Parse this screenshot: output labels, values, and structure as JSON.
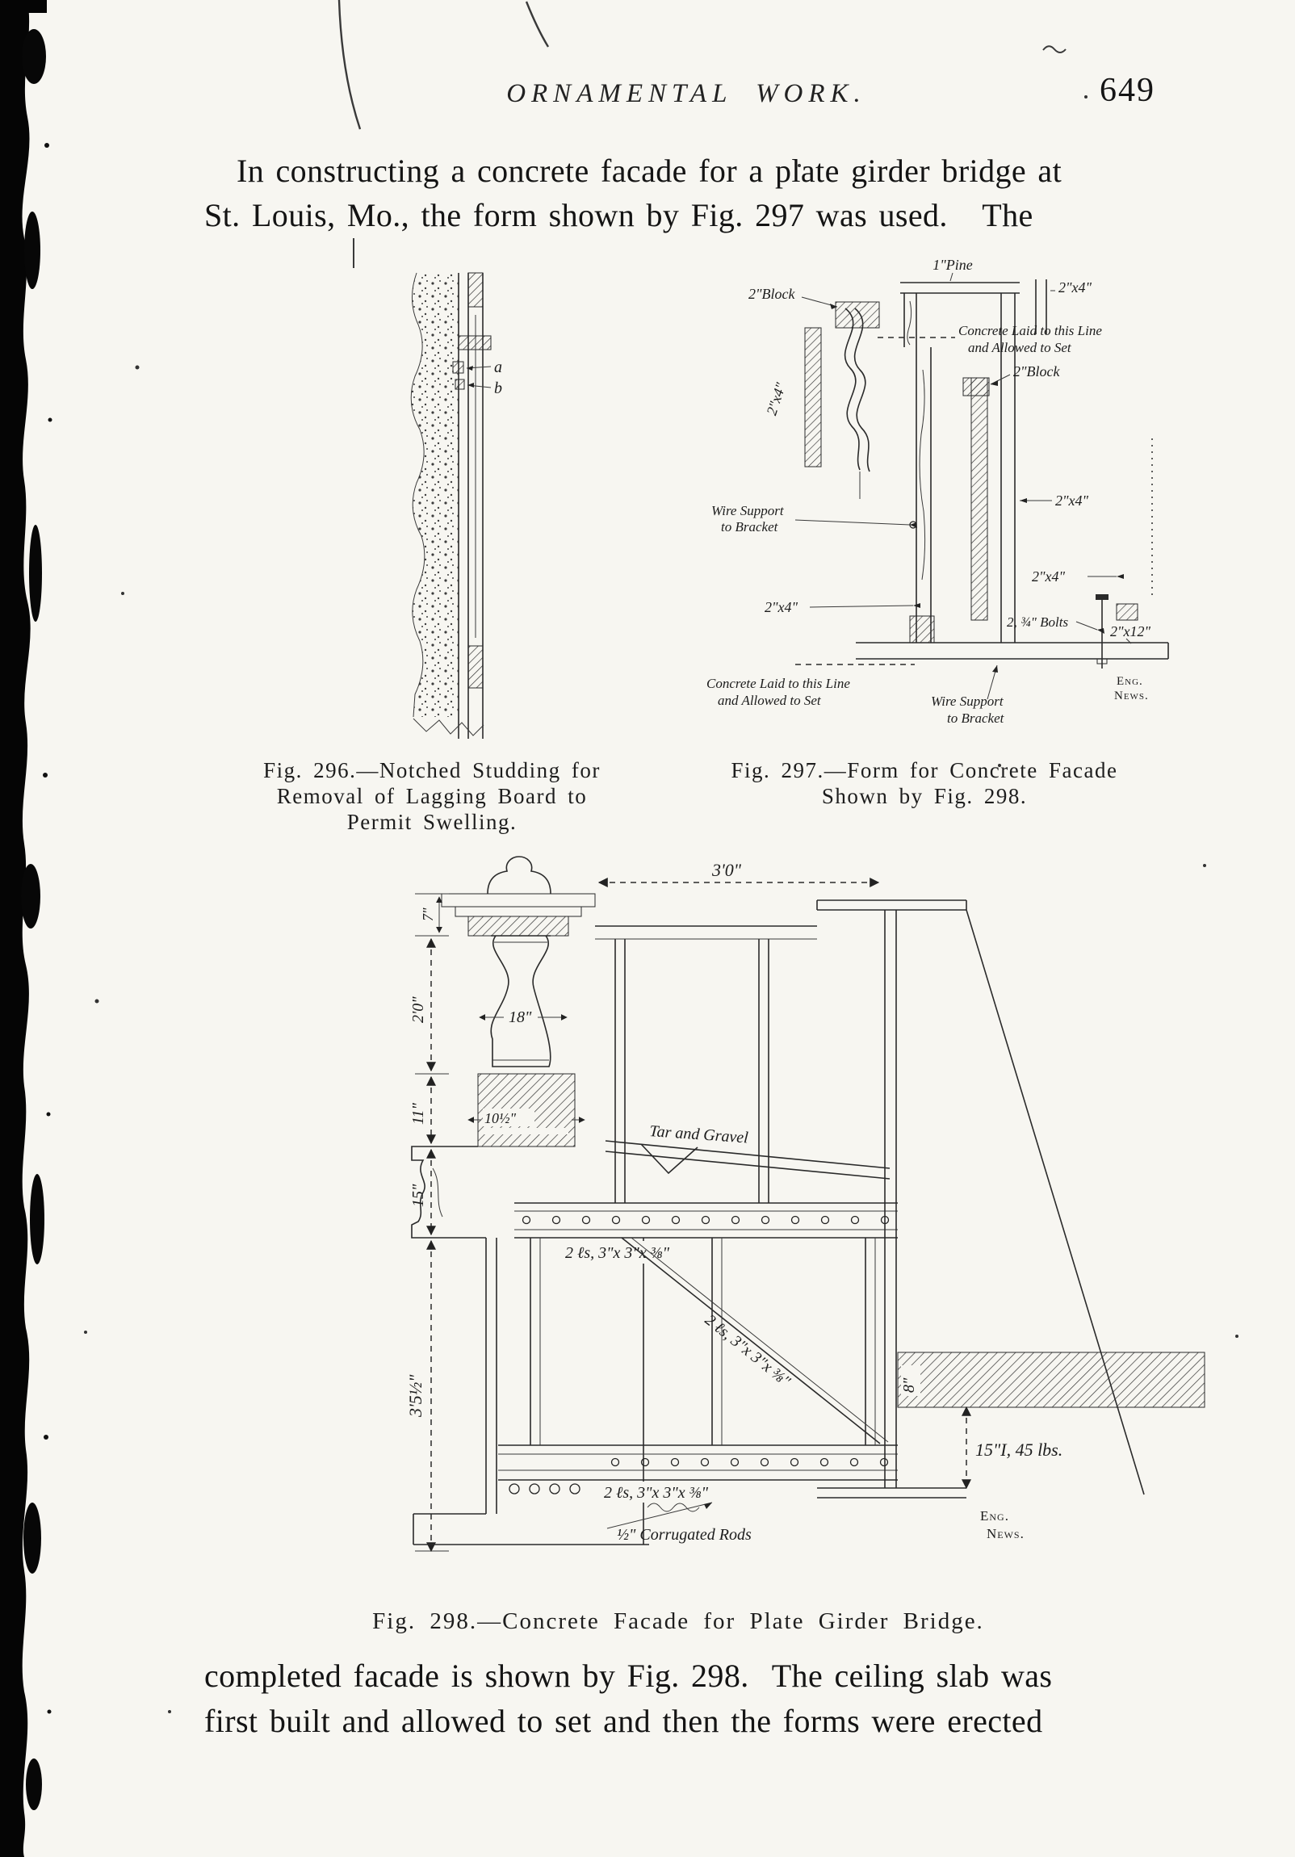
{
  "header": {
    "running_head": "ORNAMENTAL WORK.",
    "page_number": "649"
  },
  "intro": {
    "line1": "In constructing a concrete facade for a plate girder bridge at",
    "line2": "St. Louis, Mo., the form shown by Fig. 297 was used.   The"
  },
  "fig296": {
    "label_a": "a",
    "label_b": "b",
    "caption": [
      "Fig. 296.—Notched Studding for",
      "Removal of Lagging Board to",
      "Permit Swelling."
    ]
  },
  "fig297": {
    "labels": {
      "pine": "1\"Pine",
      "block": "2\"Block",
      "lumber24": "2\"x4\"",
      "concrete1": "Concrete Laid to this Line",
      "concrete2": "and Allowed to Set",
      "wire1": "Wire Support",
      "wire2": "to Bracket",
      "bolts": "2, ¾\" Bolts",
      "plank": "2\"x12\"",
      "eng": "Eng.",
      "news": "News."
    },
    "caption": [
      "Fig. 297.—Form for Concrete Facade",
      "Shown by Fig. 298."
    ]
  },
  "fig298": {
    "labels": {
      "dim_3ft": "3'0\"",
      "dim_rail": "7\"",
      "dim_2ft": "2'0\"",
      "dim_18": "18\"",
      "dim_10h": "10½\"",
      "dim_11": "11\"",
      "dim_15": "15\"",
      "dim_3ft5": "3'5½\"",
      "tar": "Tar and Gravel",
      "angles": "2 ℓs, 3\"x 3\"x ⅜\"",
      "dim_8": "8\"",
      "ibeam": "15\"I, 45 lbs.",
      "rods": "½\" Corrugated Rods",
      "eng": "Eng.",
      "news": "News."
    },
    "caption": "Fig. 298.—Concrete Facade for Plate Girder Bridge."
  },
  "outro": {
    "line1": "completed facade is shown by Fig. 298.  The ceiling slab was",
    "line2": "first built and allowed to set and then the forms were erected"
  }
}
